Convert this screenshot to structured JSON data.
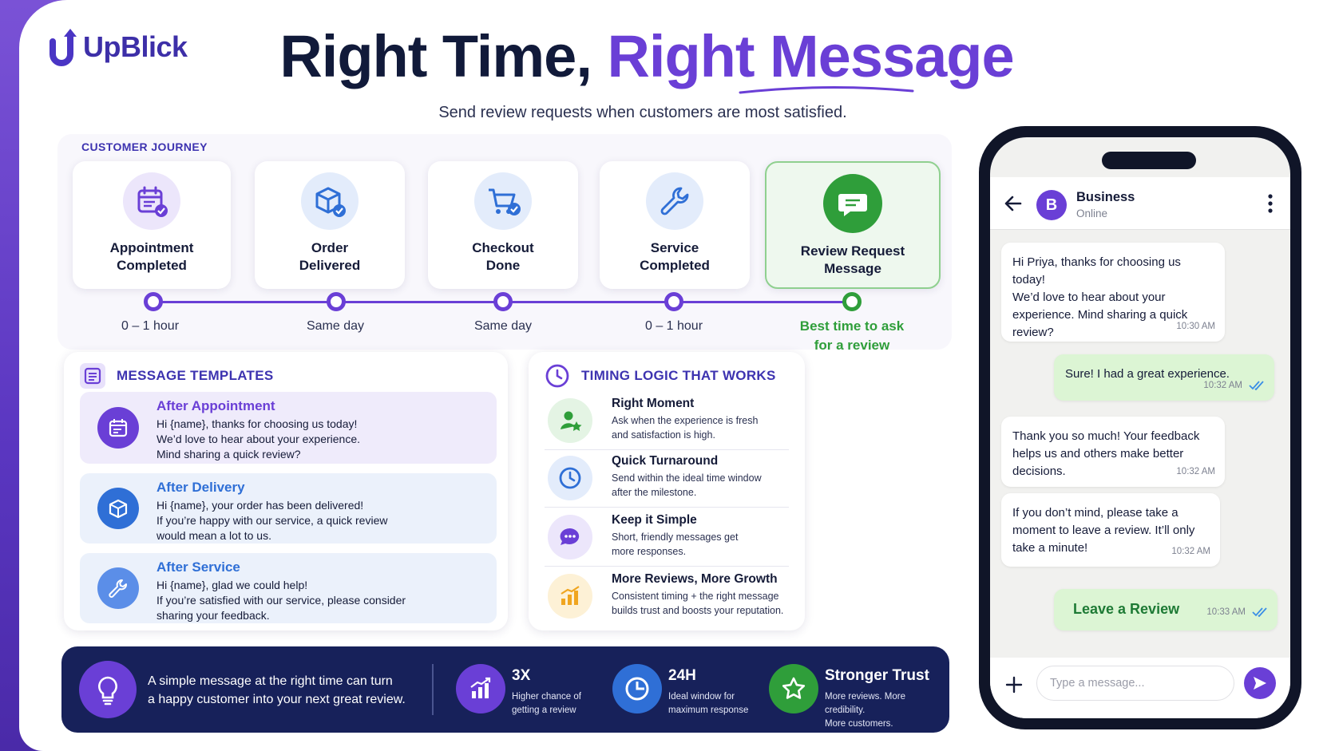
{
  "brand": {
    "name": "UpBlick"
  },
  "header": {
    "title_part1": "Right Time, ",
    "title_part2": "Right Message",
    "subtitle": "Send review requests when customers are most satisfied."
  },
  "journey": {
    "title": "CUSTOMER JOURNEY",
    "stages": [
      {
        "label": "Appointment\nCompleted",
        "icon": "calendar-check-icon",
        "timing": "0 – 1 hour"
      },
      {
        "label": "Order\nDelivered",
        "icon": "package-check-icon",
        "timing": "Same day"
      },
      {
        "label": "Checkout\nDone",
        "icon": "cart-check-icon",
        "timing": "Same day"
      },
      {
        "label": "Service\nCompleted",
        "icon": "wrench-icon",
        "timing": "0 – 1 hour"
      },
      {
        "label": "Review Request\nMessage",
        "icon": "chat-message-icon",
        "timing": "Best time to ask\nfor a review"
      }
    ]
  },
  "templates": {
    "title": "MESSAGE TEMPLATES",
    "items": [
      {
        "title": "After Appointment",
        "body": "Hi {name}, thanks for choosing us today!\nWe’d love to hear about your experience.\nMind sharing a quick review?"
      },
      {
        "title": "After Delivery",
        "body": "Hi {name}, your order has been delivered!\nIf you’re happy with our service, a quick review\nwould mean a lot to us."
      },
      {
        "title": "After Service",
        "body": "Hi {name}, glad we could help!\nIf you’re satisfied with our service, please consider\nsharing your feedback."
      }
    ]
  },
  "timing_logic": {
    "title": "TIMING LOGIC THAT WORKS",
    "items": [
      {
        "title": "Right Moment",
        "body": "Ask when the experience is fresh\nand satisfaction is high.",
        "icon": "user-star-icon"
      },
      {
        "title": "Quick Turnaround",
        "body": "Send within the ideal time window\nafter the milestone.",
        "icon": "clock-icon"
      },
      {
        "title": "Keep it Simple",
        "body": "Short, friendly messages get\nmore responses.",
        "icon": "chat-bubble-icon"
      },
      {
        "title": "More Reviews, More Growth",
        "body": "Consistent timing + the right message\nbuilds trust and boosts your reputation.",
        "icon": "bar-chart-icon"
      }
    ]
  },
  "banner": {
    "text": "A simple message at the right time can turn\na happy customer into your next great review.",
    "stats": [
      {
        "title": "3X",
        "body": "Higher chance of\ngetting a review",
        "icon": "growth-chart-icon"
      },
      {
        "title": "24H",
        "body": "Ideal window for\nmaximum response",
        "icon": "pie-clock-icon"
      },
      {
        "title": "Stronger Trust",
        "body": "More reviews. More credibility.\nMore customers.",
        "icon": "star-badge-icon"
      }
    ]
  },
  "chat": {
    "contact_initial": "B",
    "contact_name": "Business",
    "contact_status": "Online",
    "messages": [
      {
        "dir": "in",
        "text": "Hi Priya, thanks for choosing us today!\nWe’d love to hear about your\nexperience. Mind sharing a quick\nreview?",
        "time": "10:30 AM"
      },
      {
        "dir": "out",
        "text": "Sure! I had a great experience.",
        "time": "10:32 AM"
      },
      {
        "dir": "in",
        "text": "Thank you so much! Your feedback\nhelps us and others make better\ndecisions.",
        "time": "10:32 AM"
      },
      {
        "dir": "in",
        "text": "If you don’t mind, please take a\nmoment to leave a review. It’ll only\ntake a minute!",
        "time": "10:32 AM"
      }
    ],
    "cta": {
      "label": "Leave a Review",
      "time": "10:33 AM"
    },
    "input_placeholder": "Type a message..."
  },
  "colors": {
    "primary_purple": "#6a3fd6",
    "navy": "#17215a",
    "success_green": "#2f9e3a",
    "blue": "#2f6fd6"
  }
}
